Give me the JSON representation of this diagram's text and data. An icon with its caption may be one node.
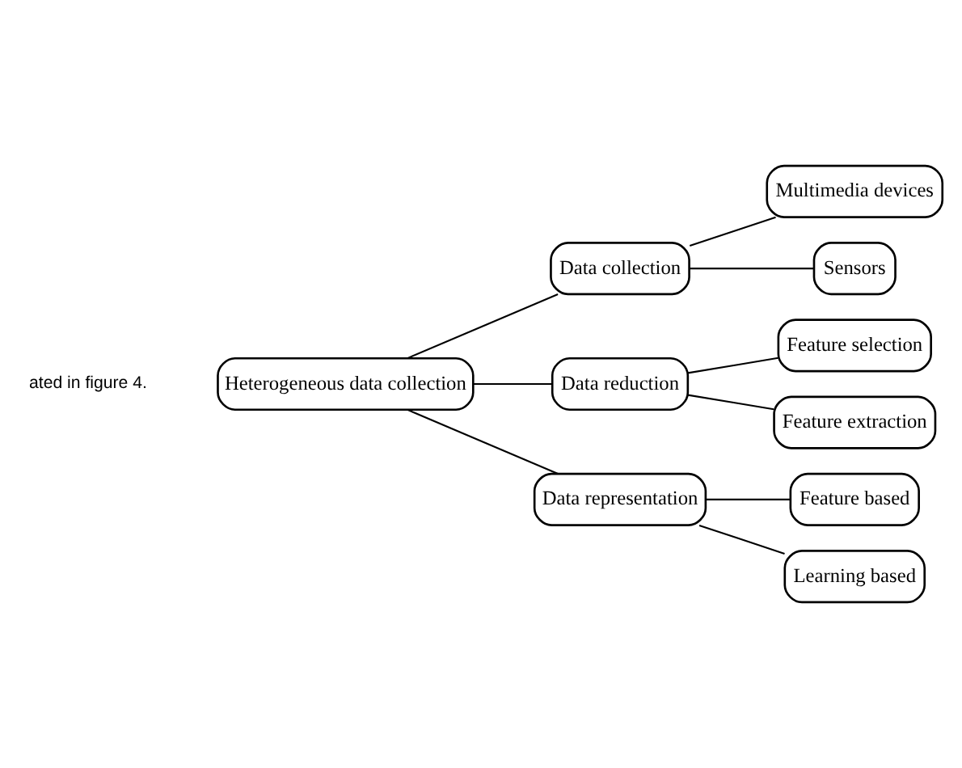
{
  "diagram": {
    "nodes": [
      {
        "text": [
          "Heterogeneous data collection"
        ]
      },
      {
        "text": [
          "Data collection"
        ]
      },
      {
        "text": [
          "Data reduction"
        ]
      },
      {
        "text": [
          "Data representation"
        ]
      },
      {
        "text": [
          "Multimedia devices"
        ]
      },
      {
        "text": [
          "Sensors"
        ]
      },
      {
        "text": [
          "Feature selection"
        ]
      },
      {
        "text": [
          "Feature extraction"
        ]
      },
      {
        "text": [
          "Feature based"
        ]
      },
      {
        "text": [
          "Learning based"
        ]
      }
    ],
    "edges": [
      {
        "from": 0,
        "to": 1,
        "arrow": "none"
      },
      {
        "from": 0,
        "to": 2,
        "arrow": "none"
      },
      {
        "from": 0,
        "to": 3,
        "arrow": "none"
      },
      {
        "from": 1,
        "to": 4,
        "arrow": "none"
      },
      {
        "from": 1,
        "to": 5,
        "arrow": "none"
      },
      {
        "from": 2,
        "to": 6,
        "arrow": "none"
      },
      {
        "from": 2,
        "to": 7,
        "arrow": "none"
      },
      {
        "from": 3,
        "to": 8,
        "arrow": "none"
      },
      {
        "from": 3,
        "to": 9,
        "arrow": "none"
      }
    ],
    "labels": [
      "ated in figure 4."
    ]
  }
}
